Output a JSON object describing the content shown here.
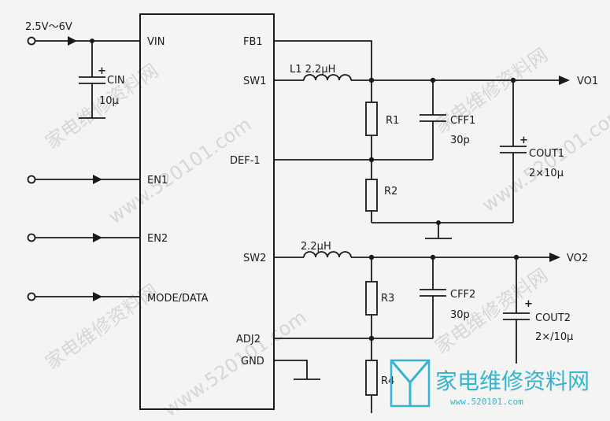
{
  "labels": {
    "vin_range": "2.5V～6V",
    "pins": {
      "vin": "VIN",
      "en1": "EN1",
      "en2": "EN2",
      "mode": "MODE/DATA",
      "fb1": "FB1",
      "sw1": "SW1",
      "def1": "DEF-1",
      "sw2": "SW2",
      "adj2": "ADJ2",
      "gnd": "GND"
    },
    "cin": {
      "name": "CIN",
      "value": "10μ"
    },
    "l1": "L1 2.2μH",
    "l2": "2.2μH",
    "r1": "R1",
    "r2": "R2",
    "r3": "R3",
    "r4": "R4",
    "cff1": {
      "name": "CFF1",
      "value": "30p"
    },
    "cff2": {
      "name": "CFF2",
      "value": "30p"
    },
    "cout1": {
      "name": "COUT1",
      "value": "2×10μ"
    },
    "cout2": {
      "name": "COUT2",
      "value": "2×/10μ"
    },
    "vo1": "VO1",
    "vo2": "VO2",
    "plus": "+"
  },
  "watermark": {
    "cn": "家电维修资料网",
    "url": "www.520101.com",
    "logo_cn": "家电维修资料网",
    "logo_url": "www.520101.com"
  }
}
